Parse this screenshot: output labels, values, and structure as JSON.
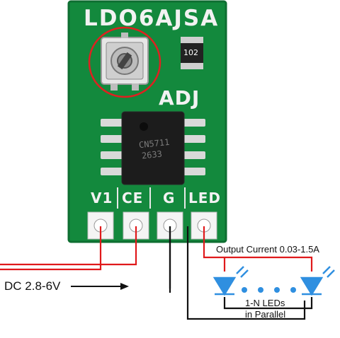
{
  "board": {
    "model_label": "LDO6AJSA",
    "adj_label": "ADJ",
    "resistor_code": "102",
    "chip_marking_line1": "CN5711",
    "chip_marking_line2": "2633"
  },
  "pins": {
    "v1": "V1",
    "ce": "CE",
    "g": "G",
    "led": "LED"
  },
  "wiring": {
    "output_current": "Output Current 0.03-1.5A",
    "dc_input": "DC 2.8-6V",
    "leds_line1": "1-N LEDs",
    "leds_line2": "in Parallel"
  },
  "colors": {
    "pcb": "#13893d",
    "pcb_dark": "#0e6e31",
    "wire_red": "#e0191b",
    "wire_black": "#111111",
    "led_blue": "#2f8fe0",
    "highlight": "#e02020"
  }
}
